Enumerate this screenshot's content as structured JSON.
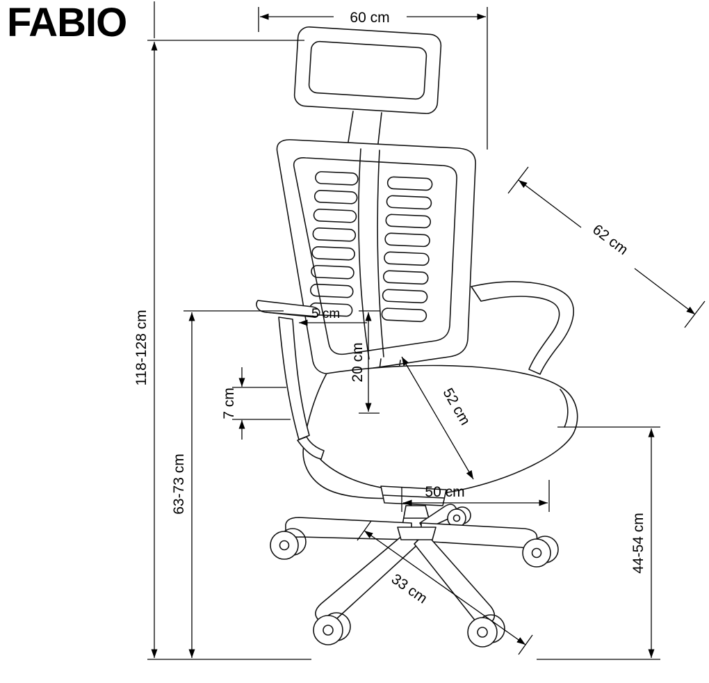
{
  "title": "FABIO",
  "colors": {
    "line": "#000000",
    "background": "#ffffff"
  },
  "dimensions": {
    "top_width": "60 cm",
    "total_height": "118-128 cm",
    "seat_height_left": "63-73 cm",
    "backrest_diagonal": "62 cm",
    "armrest_inset": "5 cm",
    "backrest_to_seat": "20 cm",
    "armrest_pad_height": "7 cm",
    "seat_depth_diagonal": "52 cm",
    "seat_width": "50 cm",
    "base_leg_length": "33 cm",
    "seat_height_right": "44-54 cm"
  }
}
